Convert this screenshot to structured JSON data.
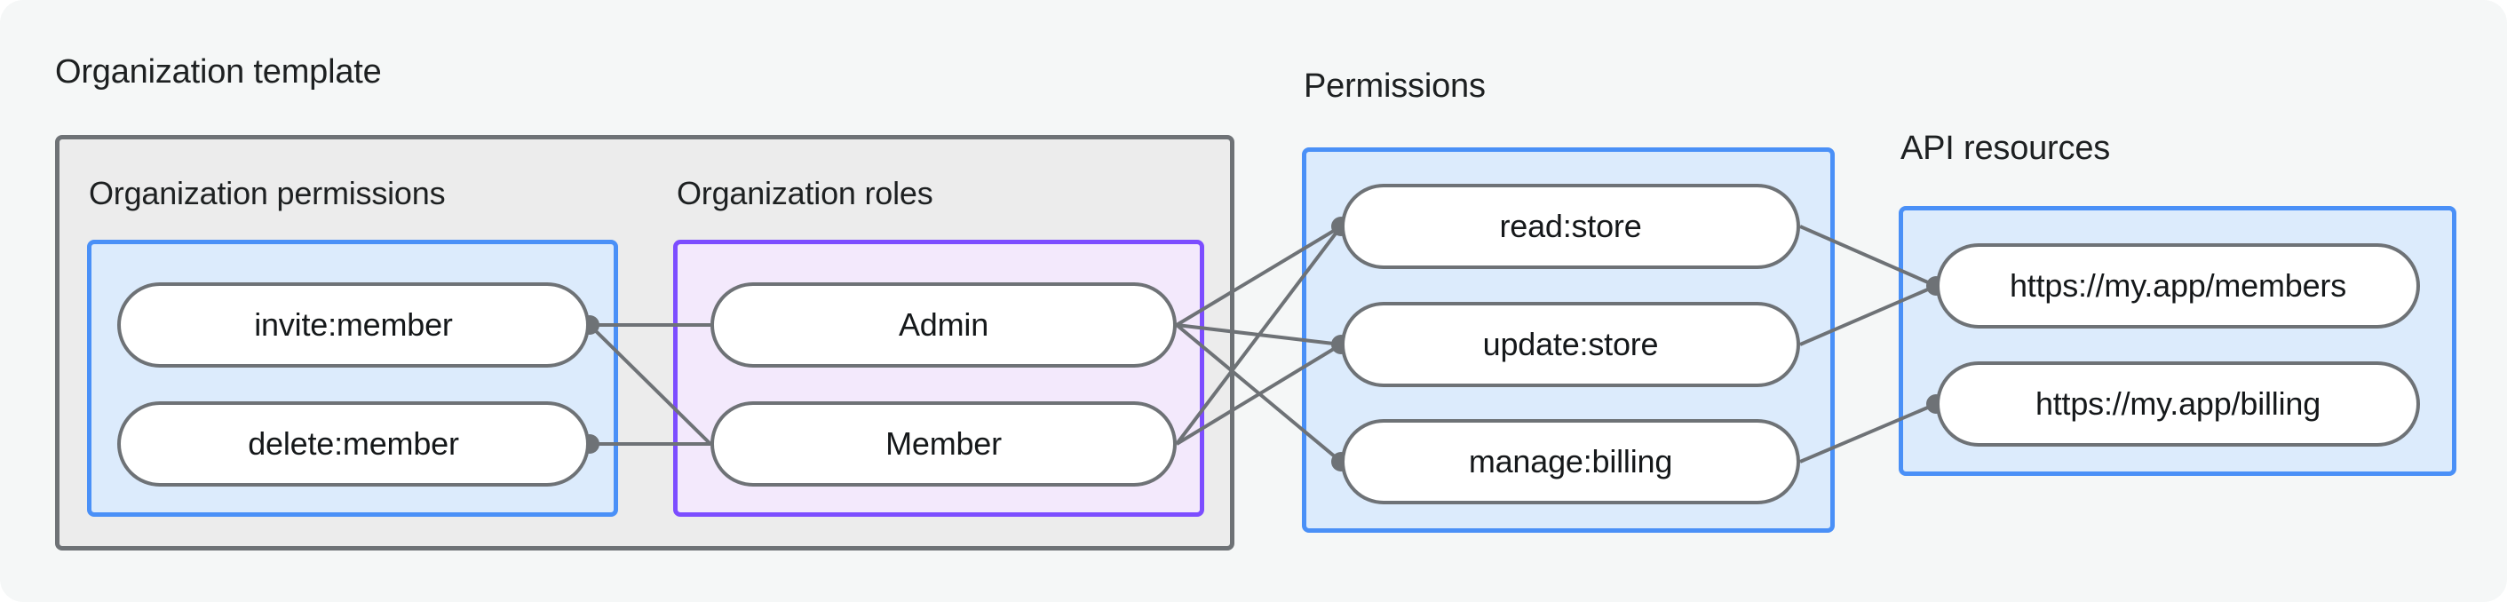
{
  "diagram": {
    "title_groups": [
      {
        "id": "organization-template",
        "label": "Organization template"
      },
      {
        "id": "permissions",
        "label": "Permissions"
      },
      {
        "id": "api-resources",
        "label": "API resources"
      }
    ],
    "sub_groups": [
      {
        "id": "organization-permissions",
        "label": "Organization permissions"
      },
      {
        "id": "organization-roles",
        "label": "Organization roles"
      }
    ],
    "nodes": {
      "organization_permissions": [
        {
          "id": "invite-member",
          "label": "invite:member"
        },
        {
          "id": "delete-member",
          "label": "delete:member"
        }
      ],
      "organization_roles": [
        {
          "id": "admin",
          "label": "Admin"
        },
        {
          "id": "member",
          "label": "Member"
        }
      ],
      "permissions": [
        {
          "id": "read-store",
          "label": "read:store"
        },
        {
          "id": "update-store",
          "label": "update:store"
        },
        {
          "id": "manage-billing",
          "label": "manage:billing"
        }
      ],
      "api_resources": [
        {
          "id": "members-endpoint",
          "label": "https://my.app/members"
        },
        {
          "id": "billing-endpoint",
          "label": "https://my.app/billing"
        }
      ]
    },
    "edges": [
      {
        "from": "invite-member",
        "to": "admin"
      },
      {
        "from": "delete-member",
        "to": "member"
      },
      {
        "from": "invite-member",
        "to": "member"
      },
      {
        "from": "admin",
        "to": "read-store"
      },
      {
        "from": "admin",
        "to": "update-store"
      },
      {
        "from": "admin",
        "to": "manage-billing"
      },
      {
        "from": "member",
        "to": "read-store"
      },
      {
        "from": "member",
        "to": "update-store"
      },
      {
        "from": "read-store",
        "to": "members-endpoint"
      },
      {
        "from": "update-store",
        "to": "members-endpoint"
      },
      {
        "from": "manage-billing",
        "to": "billing-endpoint"
      }
    ],
    "colors": {
      "canvas_background": "#f5f7f7",
      "template_fill": "#ececec",
      "template_border": "#6e7276",
      "blue_fill": "#dcebfc",
      "blue_border": "#4a90f7",
      "purple_fill": "#f3e9fc",
      "purple_border": "#7c4dff",
      "node_fill": "#ffffff",
      "node_border": "#6e7276",
      "edge_stroke": "#6e7276",
      "text": "#1d2021"
    }
  }
}
